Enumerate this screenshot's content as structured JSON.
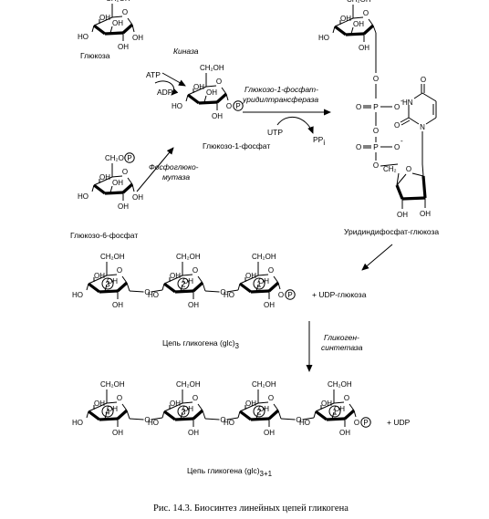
{
  "labels": {
    "ch2oh": "CH₂OH",
    "oh": "OH",
    "ho": "HO",
    "o": "O",
    "p": "P",
    "minus": "-",
    "glucose": "Глюкоза",
    "kinase": "Киназа",
    "atp": "ATP",
    "adp": "ADP",
    "g1p": "Глюкозо-1-фосфат",
    "g6p": "Глюкозо-6-фосфат",
    "mutase_1": "Фосфоглюко-",
    "mutase_2": "мутаза",
    "uridylyl_1": "Глюкозо-1-фосфат-",
    "uridylyl_2": "уридилтрансфераза",
    "utp": "UTP",
    "ppi": "PP",
    "ppi_sub": "i",
    "hn": "HN",
    "n": "N",
    "udpg": "Уридиндифосфат-глюкоза",
    "plus_udpg": "+ UDP-глюкоза",
    "chain_3_main": "Цепь гликогена (glc)",
    "chain_3_sub": "3",
    "synthase_1": "Гликоген-",
    "synthase_2": "синтетаза",
    "plus_udp": "+ UDP",
    "chain_n_main": "Цепь гликогена (glc)",
    "chain_n_sub": "3+1",
    "unit_1": "1",
    "unit_2": "2",
    "unit_3": "3",
    "unit_4": "4"
  },
  "caption": "Рис. 14.3. Биосинтез линейных цепей гликогена"
}
